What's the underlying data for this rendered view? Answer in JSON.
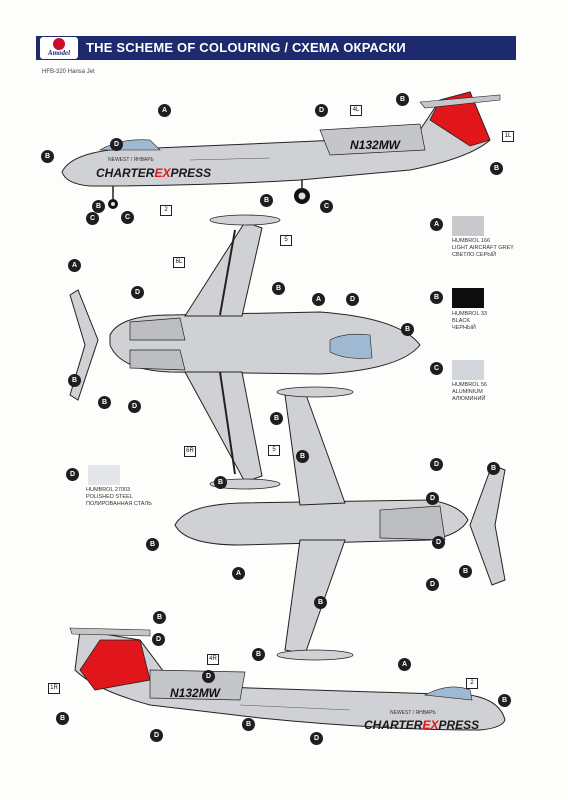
{
  "header": {
    "title": "THE SCHEME OF COLOURING / СХЕМА ОКРАСКИ",
    "logo_text": "Amodel",
    "colors": {
      "band": "#1d2a6e",
      "logo_red": "#c8102e"
    }
  },
  "subtitle": "HFB-320 Hansa Jet",
  "decals": {
    "registration": "N132MW",
    "brand_charter": "CHARTER",
    "brand_ex": "EX",
    "brand_press": "PRESS",
    "tagline": "NEWEST / ЯНВАРЬ"
  },
  "legend": [
    {
      "code": "A",
      "color": "#c7c9cc",
      "lines": [
        "HUMBROL 166",
        "LIGHT AIRCRAFT GREY",
        "СВЕТЛО СЕРЫЙ"
      ]
    },
    {
      "code": "B",
      "color": "#0d0d0d",
      "lines": [
        "HUMBROL 33",
        "BLACK",
        "ЧЕРНЫЙ"
      ]
    },
    {
      "code": "C",
      "color": "#d3d6db",
      "lines": [
        "HUMBROL 56",
        "ALUMINIUM",
        "АЛЮМИНИЙ"
      ]
    },
    {
      "code": "D",
      "color": "#e3e7ec",
      "lines": [
        "HUMBROL 27003",
        "POLISHED STEEL",
        "ПОЛИРОВАННАЯ СТАЛЬ"
      ]
    }
  ],
  "markers": {
    "A": "A",
    "B": "B",
    "C": "C",
    "D": "D",
    "boxes": [
      "4L",
      "1L",
      "2",
      "5",
      "6L",
      "6R",
      "5",
      "4R",
      "1R",
      "2"
    ]
  }
}
